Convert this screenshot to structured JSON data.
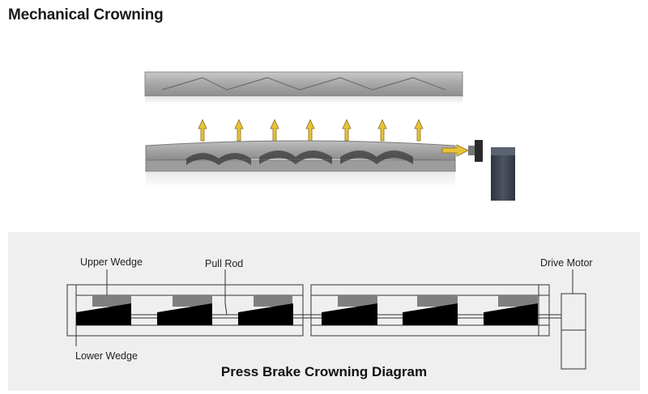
{
  "page": {
    "title": "Mechanical Crowning"
  },
  "diagram": {
    "caption": "Press Brake Crowning Diagram",
    "labels": {
      "upper_wedge": "Upper Wedge",
      "pull_rod": "Pull Rod",
      "drive_motor": "Drive Motor",
      "lower_wedge": "Lower Wedge"
    },
    "colors": {
      "panel_bg": "#efefef",
      "upper_wedge": "#7f7f7f",
      "lower_wedge": "#000000",
      "frame": "#333333"
    }
  },
  "illustration": {
    "colors": {
      "beam": "#a9a9a9",
      "arrow": "#e8c23a",
      "motor": "#3f4650"
    }
  }
}
